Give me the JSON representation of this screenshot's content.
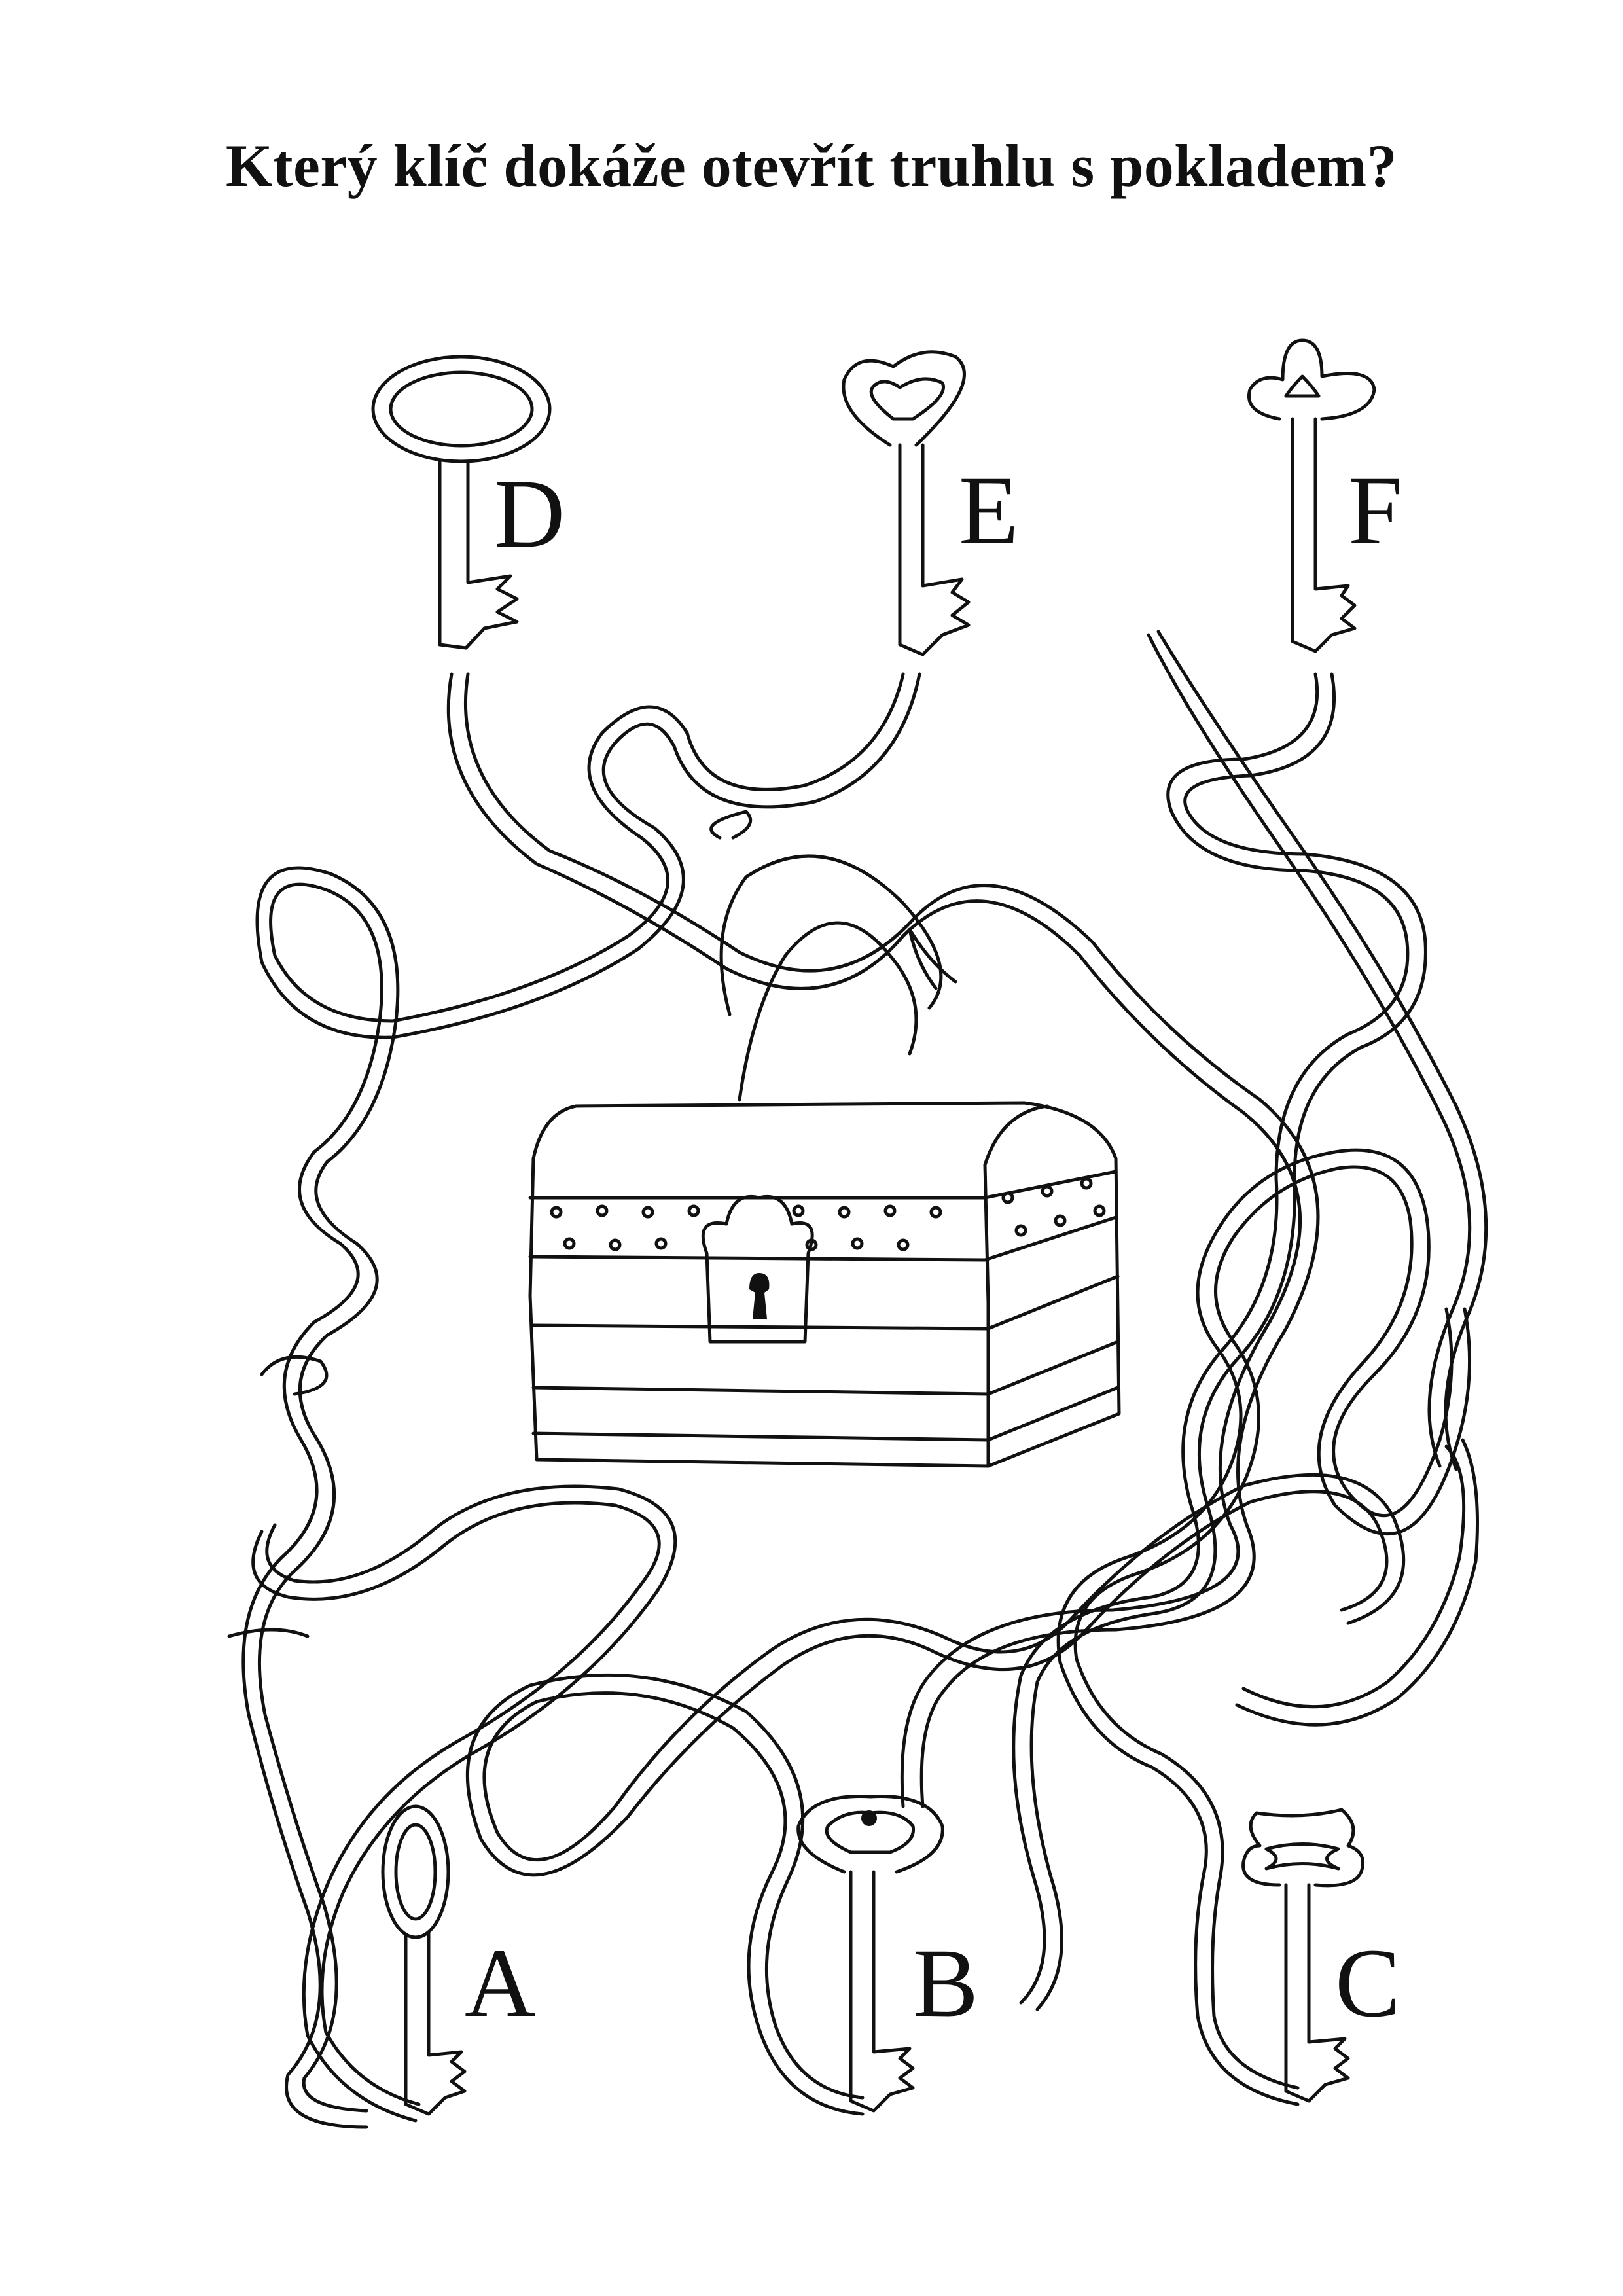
{
  "worksheet": {
    "question": "Který klíč dokáže otevřít truhlu s pokladem?"
  },
  "keys": [
    {
      "id": "D",
      "label": "D",
      "bow_shape": "oval"
    },
    {
      "id": "E",
      "label": "E",
      "bow_shape": "heart"
    },
    {
      "id": "F",
      "label": "F",
      "bow_shape": "cross"
    },
    {
      "id": "A",
      "label": "A",
      "bow_shape": "narrow-oval"
    },
    {
      "id": "B",
      "label": "B",
      "bow_shape": "round-with-dot"
    },
    {
      "id": "C",
      "label": "C",
      "bow_shape": "bowtie"
    }
  ],
  "treasure_chest": {
    "icon": "treasure-chest-icon"
  },
  "colors": {
    "ink": "#111111",
    "paper": "#ffffff"
  }
}
